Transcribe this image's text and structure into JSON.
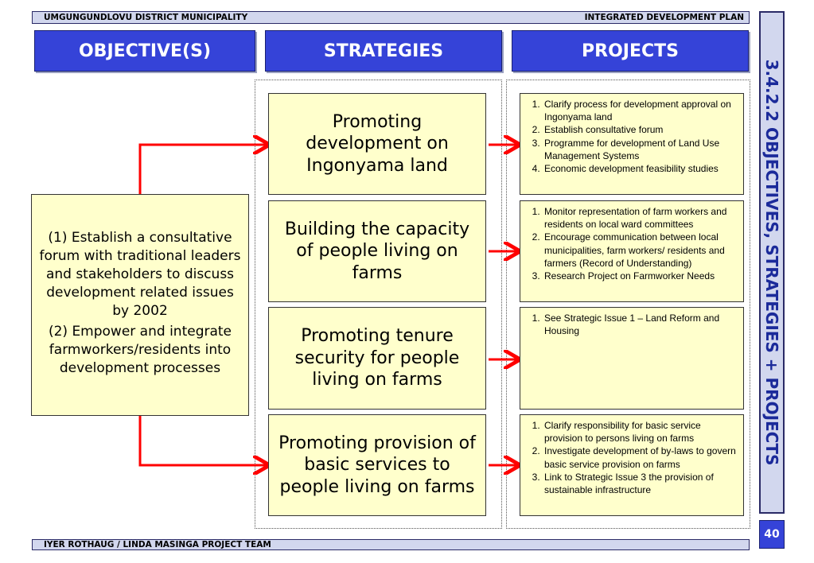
{
  "header": {
    "municipality": "UMGUNGUNDLOVU DISTRICT MUNICIPALITY",
    "plan": "INTEGRATED DEVELOPMENT PLAN"
  },
  "columns": {
    "objectives": "OBJECTIVE(S)",
    "strategies": "STRATEGIES",
    "projects": "PROJECTS"
  },
  "objective": {
    "line1": "(1)  Establish a consultative forum with traditional leaders and stakeholders to discuss development related issues by 2002",
    "line2": "(2) Empower and integrate farmworkers/residents into development processes"
  },
  "strategies": [
    "Promoting development on Ingonyama land",
    "Building the capacity of people living on farms",
    "Promoting tenure security for people living on farms",
    "Promoting provision of basic services to people living on farms"
  ],
  "projects": [
    [
      "Clarify process for development approval on Ingonyama land",
      "Establish consultative forum",
      "Programme for development of Land Use Management Systems",
      "Economic development feasibility studies"
    ],
    [
      "Monitor representation of farm workers and residents on local ward committees",
      "Encourage communication between local municipalities, farm workers/ residents and farmers (Record of Understanding)",
      "Research Project on Farmworker Needs"
    ],
    [
      "See Strategic Issue 1 – Land Reform and Housing"
    ],
    [
      "Clarify responsibility for basic service provision to persons living on farms",
      "Investigate development of by-laws to govern basic service provision on farms",
      "Link to Strategic Issue 3 the provision of sustainable infrastructure"
    ]
  ],
  "sidebar_title": "3.4.2.2  OBJECTIVES, STRATEGIES + PROJECTS",
  "page_number": "40",
  "footer": "IYER ROTHAUG / LINDA MASINGA PROJECT TEAM",
  "colors": {
    "header_blue": "#3543d8",
    "bar_lavender": "#d2d7ee",
    "box_yellow": "#ffffcc",
    "arrow_red": "#ff0000",
    "sidebar_text": "#1b2a9a"
  }
}
